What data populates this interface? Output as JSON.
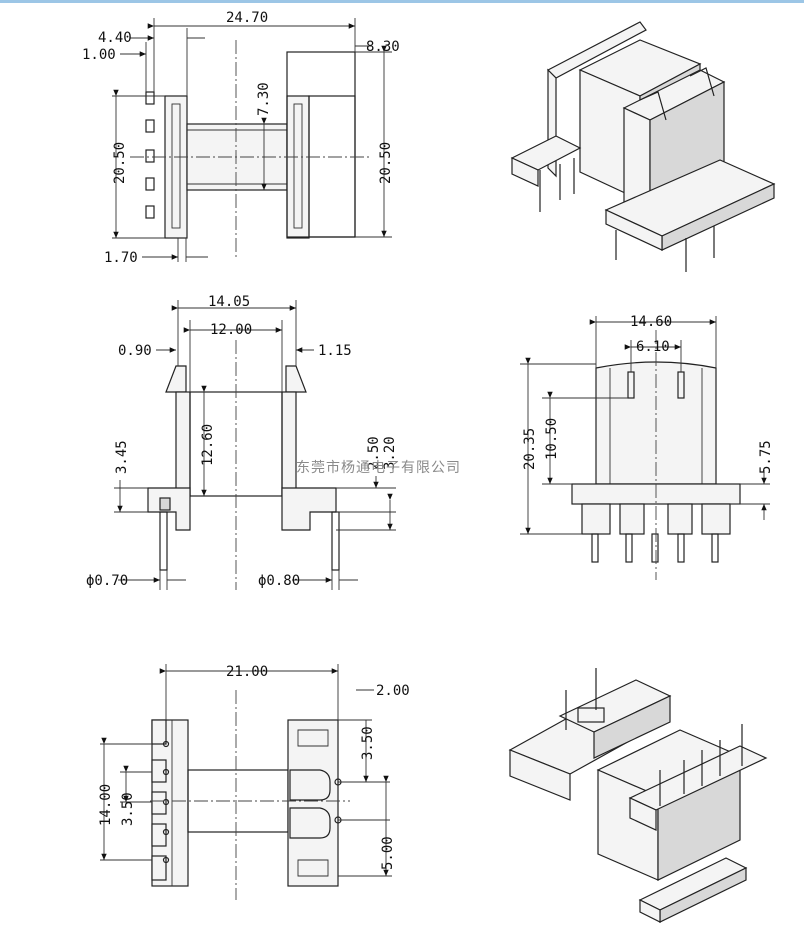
{
  "watermark": "东莞市杨通电子有限公司",
  "top_view": {
    "dims": [
      "24.70",
      "4.40",
      "1.00",
      "8.30",
      "7.30",
      "20.50",
      "20.50",
      "1.70"
    ]
  },
  "side_view": {
    "dims": [
      "14.05",
      "12.00",
      "0.90",
      "1.15",
      "12.60",
      "3.45",
      "2.50",
      "3.20",
      "ϕ0.70",
      "ϕ0.80"
    ]
  },
  "front_view": {
    "dims": [
      "14.60",
      "6.10",
      "20.35",
      "10.50",
      "5.75"
    ]
  },
  "bottom_view": {
    "dims": [
      "21.00",
      "2.00",
      "3.50",
      "14.00",
      "3.50",
      "5.00"
    ]
  }
}
